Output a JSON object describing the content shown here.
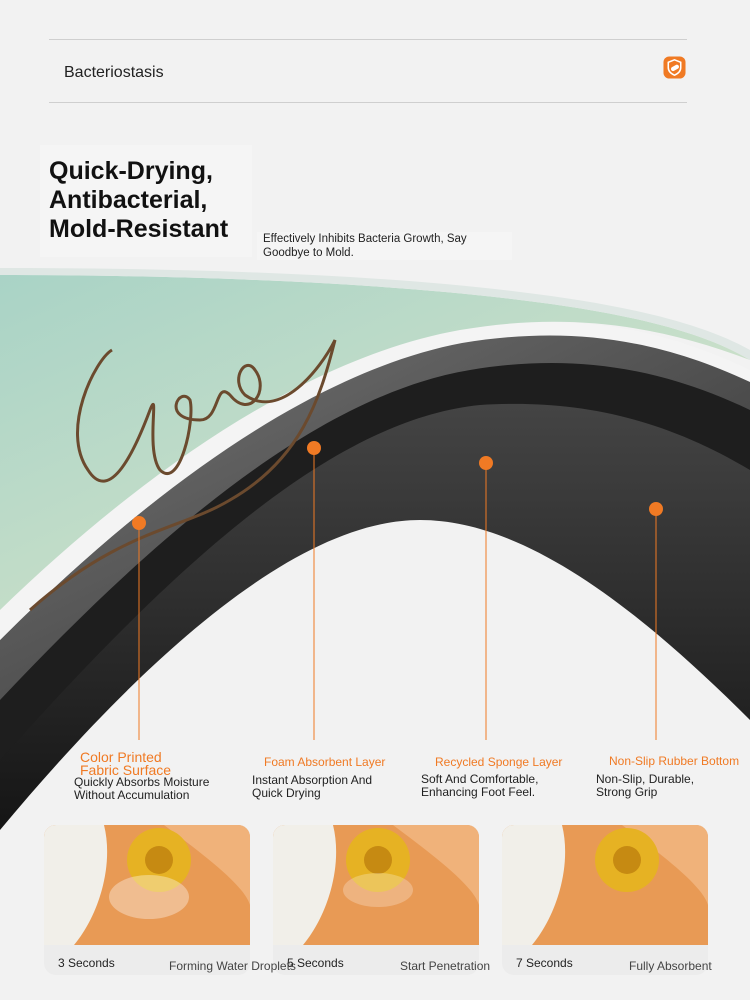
{
  "header": {
    "section_title": "Bacteriostasis",
    "icon": "shield-pill-icon",
    "accent_color": "#f07a24"
  },
  "hero": {
    "headline_lines": [
      "Quick-Drying,",
      "Antibacterial,",
      "Mold-Resistant"
    ],
    "subtitle_lines": [
      "Effectively Inhibits Bacteria Growth, Say",
      "Goodbye to Mold."
    ],
    "mat_script": "love"
  },
  "layers": [
    {
      "title_lines": [
        "Color Printed",
        "Fabric Surface"
      ],
      "desc_lines": [
        "Quickly Absorbs Moisture",
        "Without Accumulation"
      ]
    },
    {
      "title_lines": [
        "Foam Absorbent Layer"
      ],
      "desc_lines": [
        "Instant Absorption And",
        "Quick Drying"
      ]
    },
    {
      "title_lines": [
        "Recycled Sponge Layer"
      ],
      "desc_lines": [
        "Soft And Comfortable,",
        "Enhancing Foot Feel."
      ]
    },
    {
      "title_lines": [
        "Non-Slip Rubber Bottom"
      ],
      "desc_lines": [
        "Non-Slip, Durable,",
        "Strong Grip"
      ]
    }
  ],
  "absorption_steps": [
    {
      "time": "3 Seconds",
      "caption": "Forming Water Droplets"
    },
    {
      "time": "5 Seconds",
      "caption": "Start Penetration"
    },
    {
      "time": "7 Seconds",
      "caption": "Fully Absorbent"
    }
  ]
}
